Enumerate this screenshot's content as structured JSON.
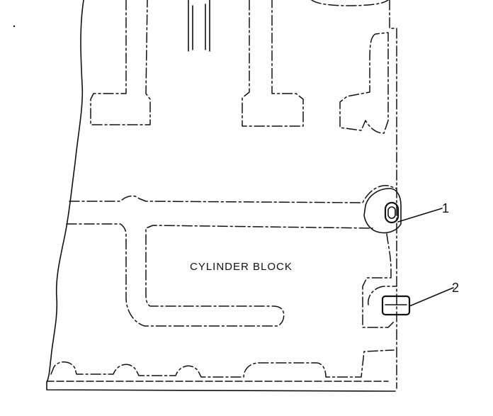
{
  "diagram": {
    "part_label": "CYLINDER BLOCK",
    "callouts": [
      {
        "number": "1"
      },
      {
        "number": "2"
      }
    ]
  }
}
